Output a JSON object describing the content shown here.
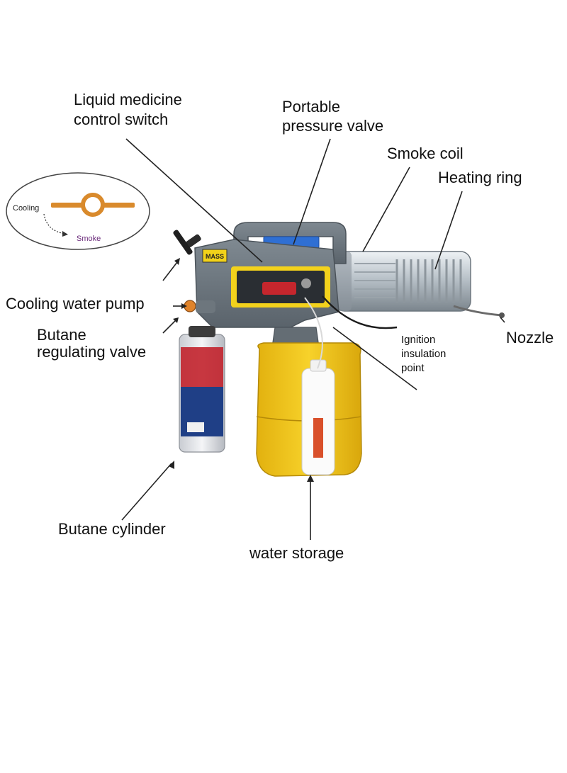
{
  "labels": {
    "liquid_medicine_switch": [
      "Liquid medicine",
      "control switch"
    ],
    "portable_pressure_valve": [
      "Portable",
      "pressure valve"
    ],
    "smoke_coil": "Smoke coil",
    "heating_ring": "Heating ring",
    "cooling_water_pump": "Cooling water pump",
    "butane_regulating_valve": [
      "Butane",
      "regulating valve"
    ],
    "ignition_insulation_point": [
      "Ignition",
      "insulation",
      "point"
    ],
    "nozzle": "Nozzle",
    "butane_cylinder": "Butane cylinder",
    "water_storage": "water storage"
  },
  "switch_inset": {
    "cooling": "Cooling",
    "smoke": "Smoke"
  },
  "device_badge": "MASS",
  "colors": {
    "body_gray": "#69737b",
    "tank_yellow": "#f2c418",
    "canister_blue": "#1f3f86",
    "canister_red": "#c2222c",
    "valve_orange": "#e0832a",
    "panel_blue": "#2f6fd3",
    "label_text": "#111111"
  }
}
